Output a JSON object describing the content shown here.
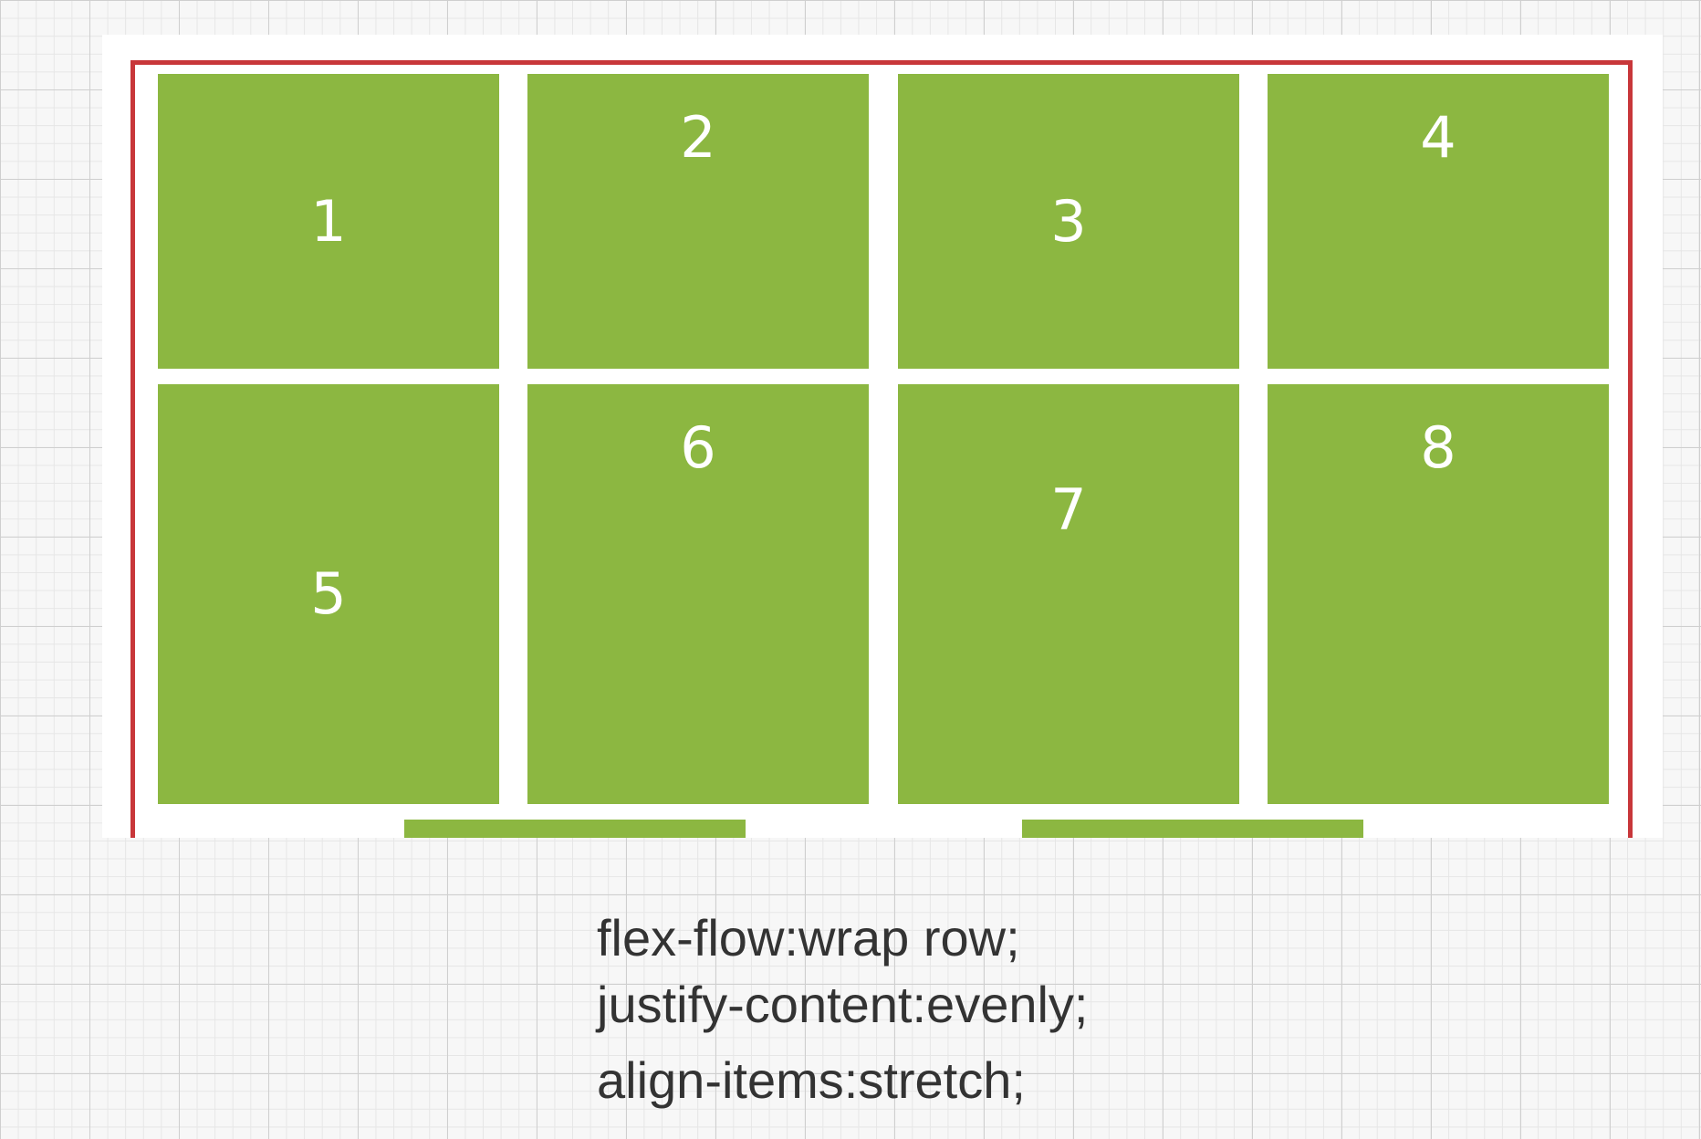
{
  "diagram": {
    "items": [
      {
        "label": "1"
      },
      {
        "label": "2"
      },
      {
        "label": "3"
      },
      {
        "label": "4"
      },
      {
        "label": "5"
      },
      {
        "label": "6"
      },
      {
        "label": "7"
      },
      {
        "label": "8"
      }
    ],
    "caption_lines": [
      "flex-flow:wrap row;",
      "justify-content:evenly;",
      "align-items:stretch;"
    ],
    "colors": {
      "item_fill": "#8cb741",
      "container_border": "#c8373a",
      "label": "#ffffff",
      "caption_text": "#333333"
    }
  }
}
